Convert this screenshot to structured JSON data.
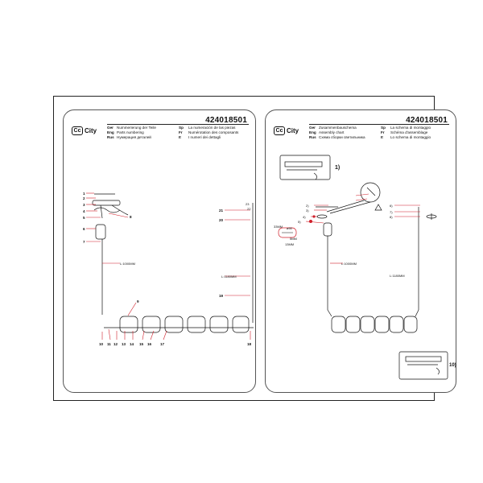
{
  "document": {
    "left_page": {
      "code": "424018501",
      "logo": {
        "mark": "Cc",
        "text": "City"
      },
      "languages": [
        {
          "code": "Ger",
          "text": "Nummerierung der Teile"
        },
        {
          "code": "Sp",
          "text": "La numeración de las piezas"
        },
        {
          "code": "Eng",
          "text": "Parts numbering"
        },
        {
          "code": "Fr",
          "text": "Numérotation des composants"
        },
        {
          "code": "Rus",
          "text": "Нумерация деталей"
        },
        {
          "code": "It",
          "text": "I numeri dei dettagli"
        }
      ],
      "part_numbers_left": [
        "1",
        "2",
        "3",
        "4",
        "5",
        "6",
        "7"
      ],
      "part_numbers_mid": [
        "8",
        "9"
      ],
      "part_numbers_right": [
        "20",
        "21",
        "22",
        "23",
        "19"
      ],
      "part_numbers_bottom": [
        "10",
        "11",
        "12",
        "13",
        "14",
        "15",
        "16",
        "17",
        "18"
      ],
      "length_left": "L:1000MM",
      "length_right": "L:1180MM"
    },
    "right_page": {
      "code": "424018501",
      "logo": {
        "mark": "Cc",
        "text": "City"
      },
      "languages": [
        {
          "code": "Ger",
          "text": "Zusammenbauschema"
        },
        {
          "code": "Sp",
          "text": "La schema di montaggio"
        },
        {
          "code": "Eng",
          "text": "Assembly chart"
        },
        {
          "code": "Fr",
          "text": "Schéma d'assemblage"
        },
        {
          "code": "Rus",
          "text": "Схема сборки светильника"
        },
        {
          "code": "It",
          "text": "Lo schema di montaggio"
        }
      ],
      "step_top": "1)",
      "step_bottom": "10)",
      "dims": {
        "d1": "33MM",
        "d2": "ø50",
        "d3": "13MM",
        "d4": "5MM"
      },
      "length_left": "L:1000MM",
      "length_right": "L:1180MM",
      "step_nums_left": [
        "2)",
        "3)",
        "4)",
        "5)"
      ],
      "step_nums_right": [
        "6)",
        "7)",
        "8)"
      ]
    }
  }
}
